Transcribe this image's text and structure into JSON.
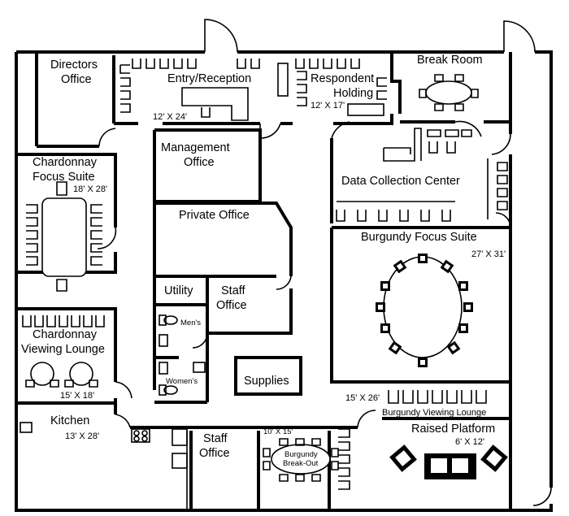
{
  "rooms": {
    "directors_office": {
      "line1": "Directors",
      "line2": "Office"
    },
    "entry_reception": {
      "name": "Entry/Reception",
      "dim": "12' X 24'"
    },
    "respondent_holding": {
      "line1": "Respondent",
      "line2": "Holding",
      "dim": "12' X 17'"
    },
    "break_room": {
      "name": "Break Room"
    },
    "chardonnay_focus": {
      "line1": "Chardonnay",
      "line2": "Focus Suite",
      "dim": "18' X 28'"
    },
    "management_office": {
      "line1": "Management",
      "line2": "Office"
    },
    "data_collection": {
      "name": "Data Collection Center"
    },
    "private_office": {
      "name": "Private Office"
    },
    "burgundy_focus": {
      "name": "Burgundy Focus Suite",
      "dim": "27' X 31'"
    },
    "utility": {
      "name": "Utility"
    },
    "staff_office_1": {
      "line1": "Staff",
      "line2": "Office"
    },
    "mens": {
      "name": "Men's"
    },
    "womens": {
      "name": "Women's"
    },
    "chardonnay_viewing": {
      "line1": "Chardonnay",
      "line2": "Viewing Lounge",
      "dim": "15' X 18'"
    },
    "supplies": {
      "name": "Supplies"
    },
    "burgundy_viewing": {
      "name": "Burgundy Viewing Lounge",
      "dim": "15' X 26'"
    },
    "kitchen": {
      "name": "Kitchen",
      "dim": "13' X 28'"
    },
    "staff_office_2": {
      "line1": "Staff",
      "line2": "Office"
    },
    "burgundy_breakout": {
      "line1": "Burgundy",
      "line2": "Break-Out",
      "dim": "10' X 15'"
    },
    "raised_platform": {
      "name": "Raised Platform",
      "dim": "6' X 12'"
    }
  },
  "icons": [
    "chair-icon",
    "table-icon",
    "door-swing-icon",
    "toilet-icon",
    "sink-icon",
    "stove-icon",
    "sofa-icon",
    "armchair-icon"
  ]
}
